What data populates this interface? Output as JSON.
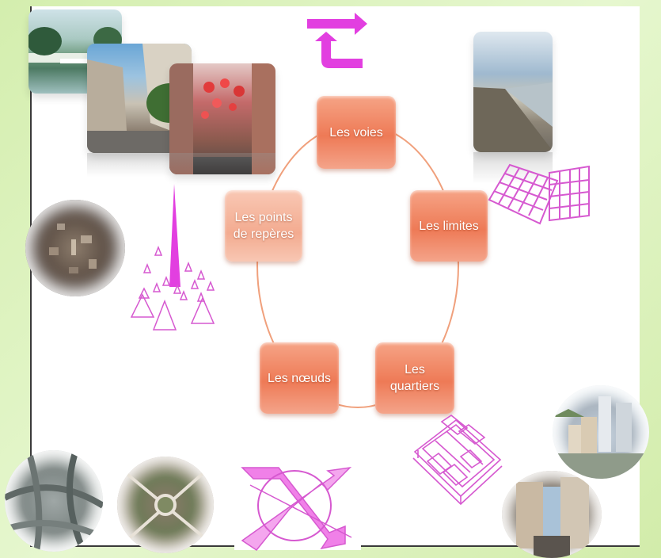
{
  "diagram": {
    "nodes": [
      {
        "id": "voies",
        "label": "Les voies"
      },
      {
        "id": "limites",
        "label": "Les limites"
      },
      {
        "id": "quartiers",
        "label": "Les quartiers"
      },
      {
        "id": "noeuds",
        "label": "Les nœuds"
      },
      {
        "id": "reperes",
        "label": "Les points de repères"
      }
    ],
    "cycle_color": "#f0a07c",
    "node_color": "#ef7d58",
    "symbol_color": "#e040d8"
  }
}
